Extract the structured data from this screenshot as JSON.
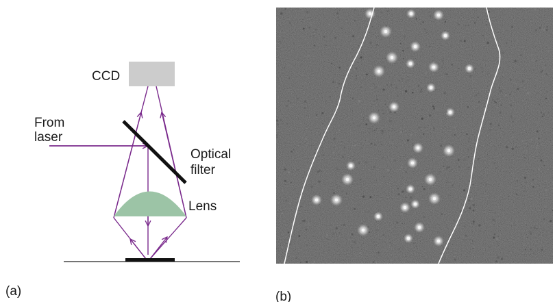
{
  "panel_a": {
    "caption": "(a)",
    "labels": {
      "ccd": "CCD",
      "from_laser_line1": "From",
      "from_laser_line2": "laser",
      "optical_filter_line1": "Optical",
      "optical_filter_line2": "filter",
      "lens": "Lens"
    },
    "colors": {
      "ray": "#7a2a8c",
      "lens": "#9cc4a6",
      "ccd": "#cccccc",
      "filter": "#111111",
      "baseline": "#222222"
    }
  },
  "panel_b": {
    "caption": "(b)",
    "colors": {
      "background": "#3a3a3a",
      "speckle": "#6a6a6a",
      "spot": "#f4f4f4",
      "outline": "#ffffff"
    }
  }
}
